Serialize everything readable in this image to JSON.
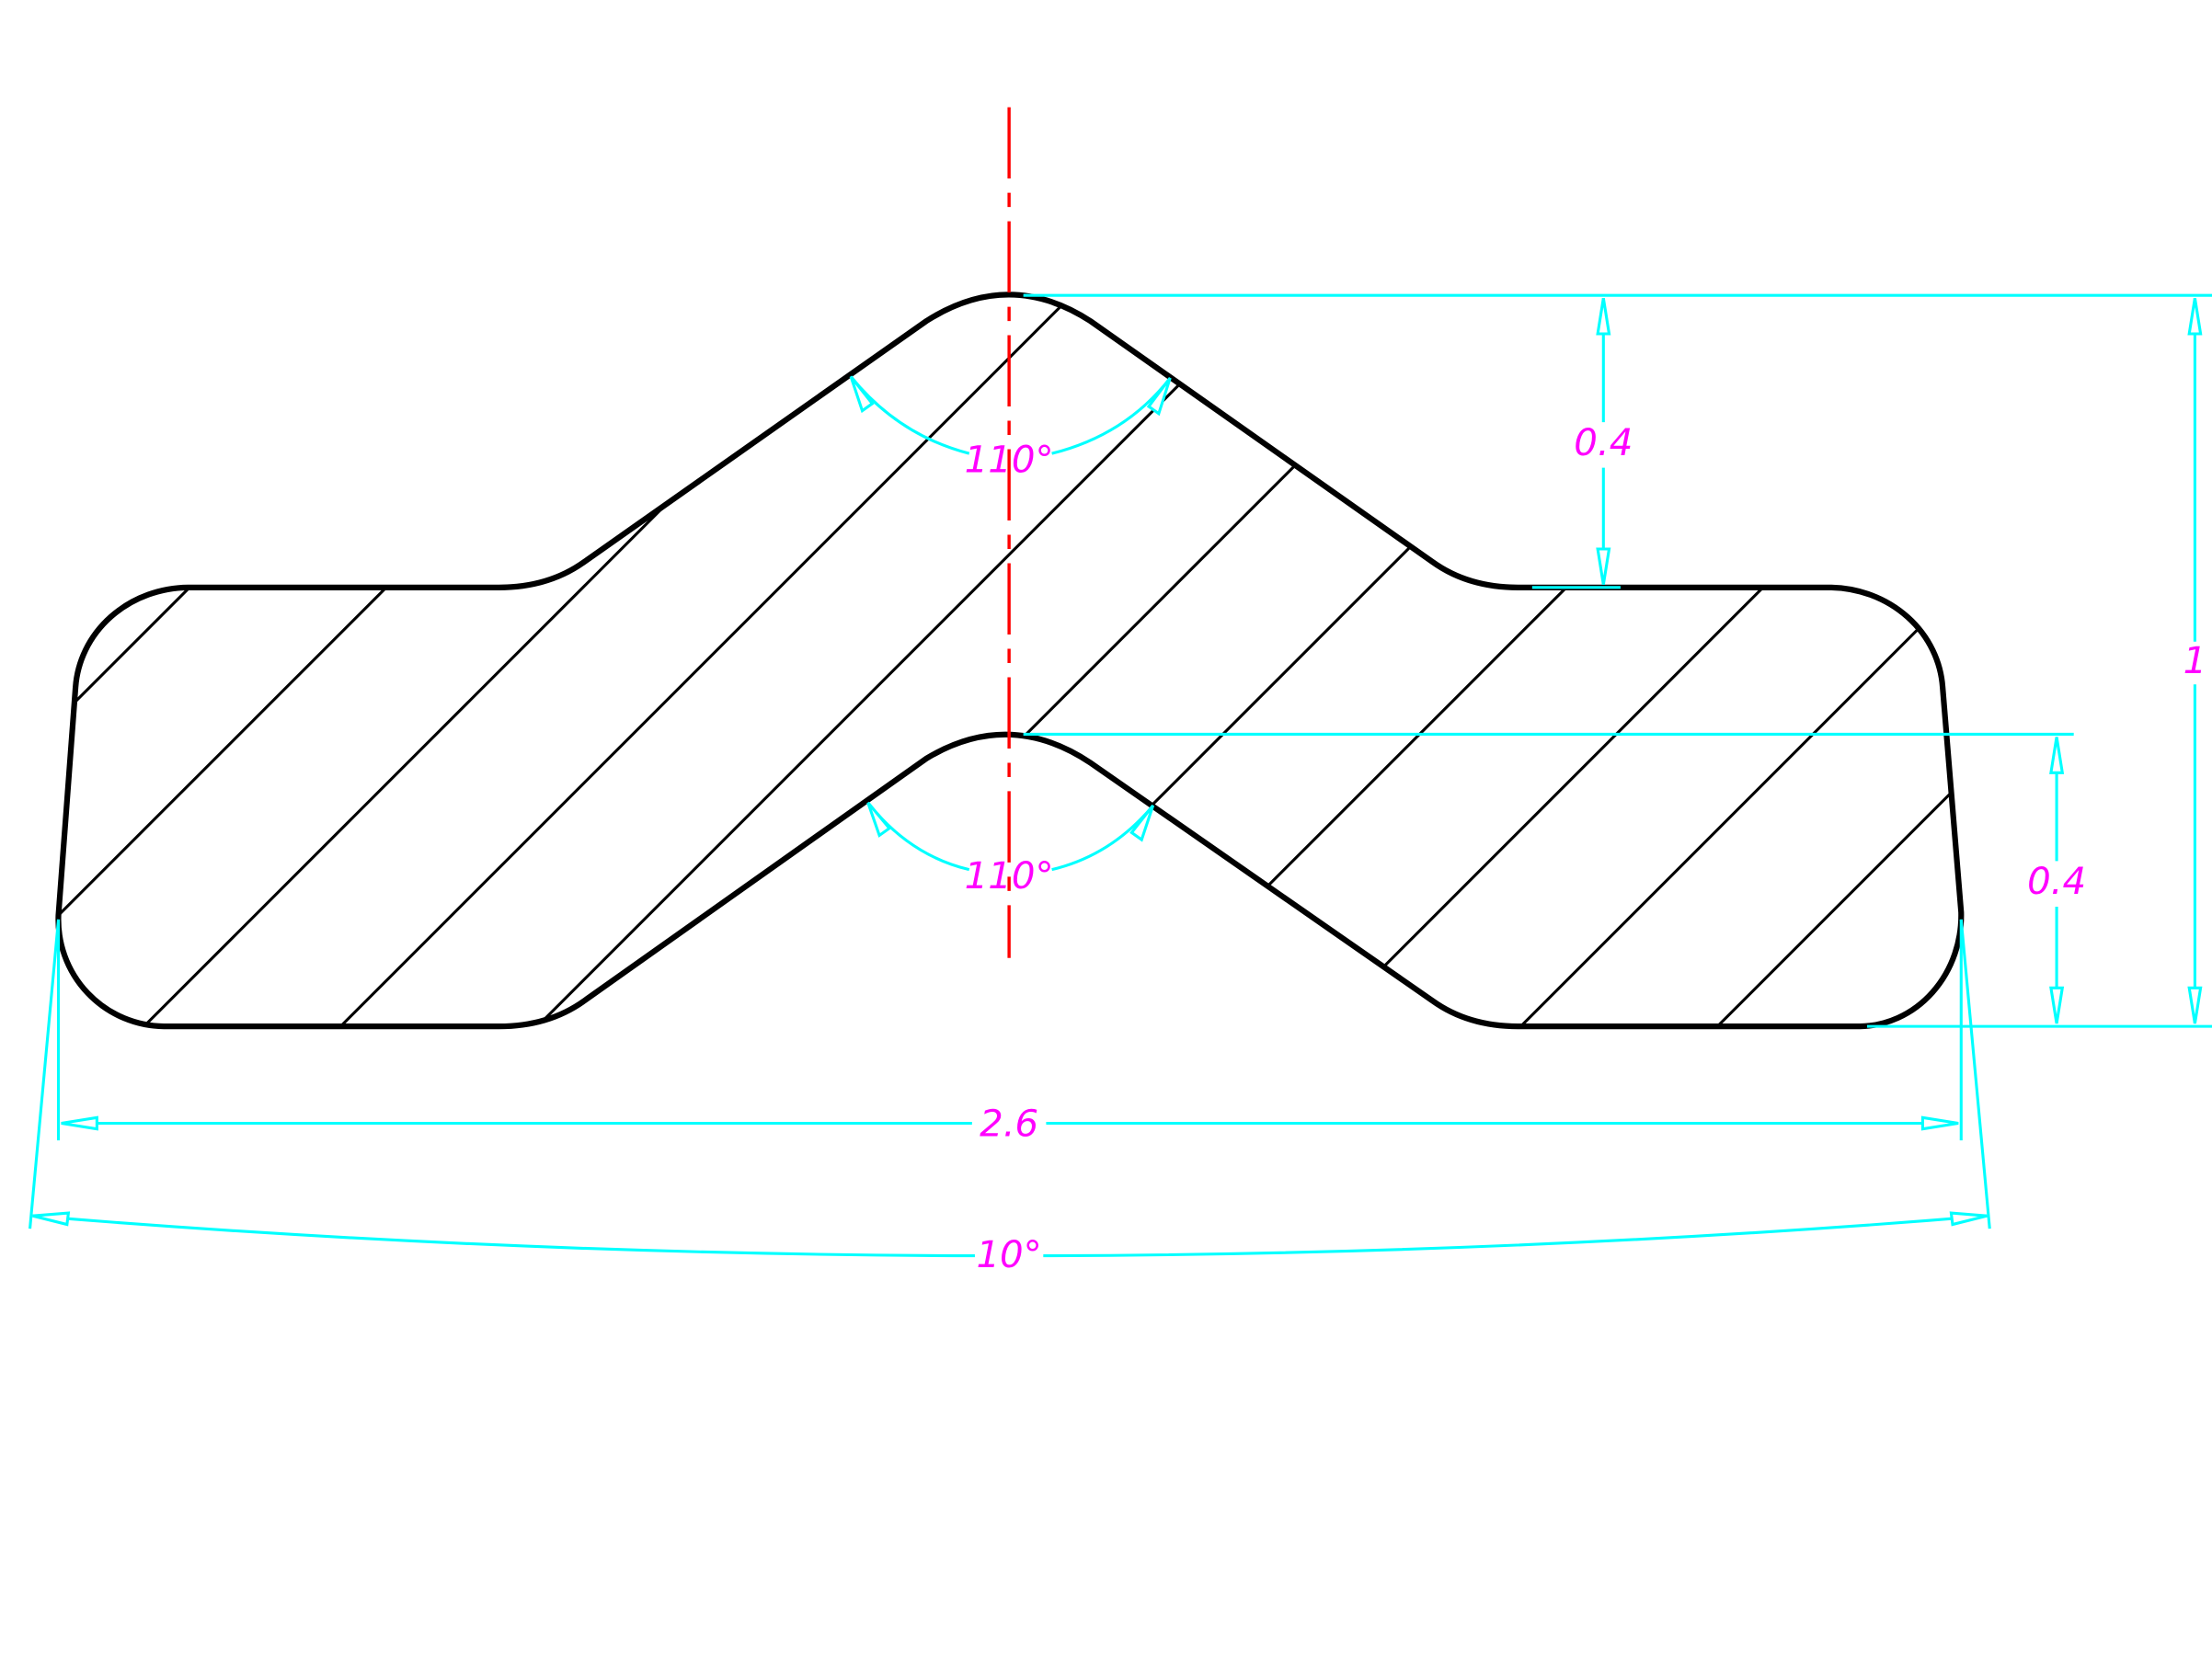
{
  "drawing": {
    "colors": {
      "outline": "#000000",
      "dimension": "#00ffff",
      "text": "#ff00ff",
      "centerline": "#ff0000"
    },
    "dimensions": {
      "top_angle": "110°",
      "bottom_angle": "110°",
      "top_depth": "0.4",
      "bottom_depth": "0.4",
      "total_height": "1",
      "width": "2.6",
      "side_taper": "10°"
    }
  }
}
